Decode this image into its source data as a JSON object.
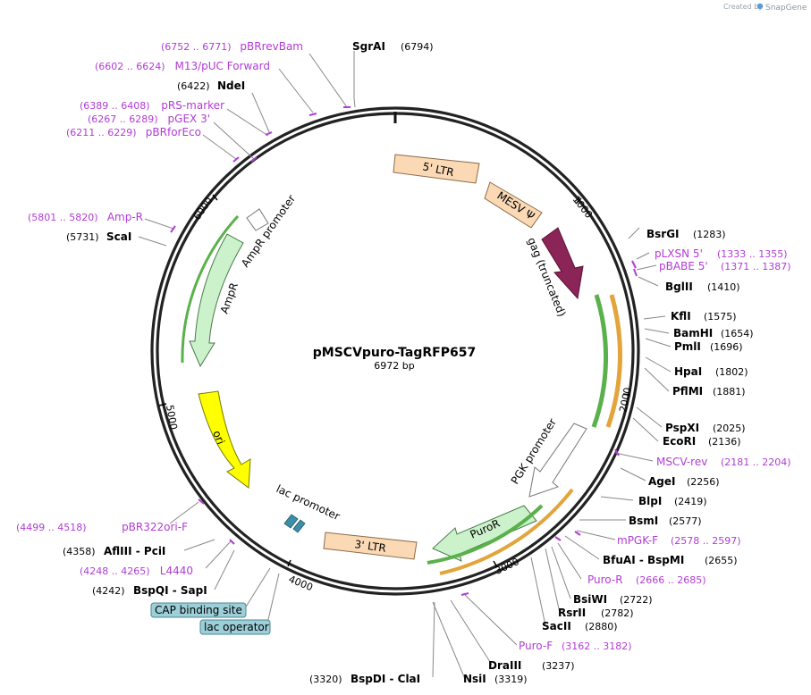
{
  "header": {
    "credit_prefix": "Created by",
    "credit_brand": "SnapGene"
  },
  "plasmid": {
    "name": "pMSCVpuro-TagRFP657",
    "length_label": "6972 bp",
    "length": 6972
  },
  "ticks": [
    "1000",
    "2000",
    "3000",
    "4000",
    "5000",
    "6000"
  ],
  "colors": {
    "backbone": "#222222",
    "primer": "#b23bd6",
    "ltr": "#fbd9b5",
    "gag": "#8b2457",
    "ori": "#ffff00",
    "ampr": "#ccf2cc",
    "puror": "#ccf2cc",
    "promoter": "#ffffff",
    "orange_strand": "#e3a43b",
    "green_strand": "#5ab14b",
    "lac_operator_fill": "#3c8ea8",
    "callout_box": "#9ccfd8"
  },
  "enzymes": [
    {
      "name": "SgrAI",
      "pos": "(6794)"
    },
    {
      "name": "NdeI",
      "pos": "(6422)"
    },
    {
      "name": "ScaI",
      "pos": "(5731)"
    },
    {
      "name": "BsrGI",
      "pos": "(1283)"
    },
    {
      "name": "BglII",
      "pos": "(1410)"
    },
    {
      "name": "KflI",
      "pos": "(1575)"
    },
    {
      "name": "BamHI",
      "pos": "(1654)"
    },
    {
      "name": "PmlI",
      "pos": "(1696)"
    },
    {
      "name": "HpaI",
      "pos": "(1802)"
    },
    {
      "name": "PflMI",
      "pos": "(1881)"
    },
    {
      "name": "PspXI",
      "pos": "(2025)"
    },
    {
      "name": "EcoRI",
      "pos": "(2136)"
    },
    {
      "name": "AgeI",
      "pos": "(2256)"
    },
    {
      "name": "BlpI",
      "pos": "(2419)"
    },
    {
      "name": "BsmI",
      "pos": "(2577)"
    },
    {
      "name": "BfuAI  -  BspMI",
      "pos": "(2655)"
    },
    {
      "name": "BsiWI",
      "pos": "(2722)"
    },
    {
      "name": "RsrII",
      "pos": "(2782)"
    },
    {
      "name": "SacII",
      "pos": "(2880)"
    },
    {
      "name": "DraIII",
      "pos": "(3237)"
    },
    {
      "name": "NsiI",
      "pos": "(3319)"
    },
    {
      "name": "BspDI  -  ClaI",
      "pos": "(3320)"
    },
    {
      "name": "BspQI  -  SapI",
      "pos": "(4242)"
    },
    {
      "name": "AflIII  -  PciI",
      "pos": "(4358)"
    }
  ],
  "primers": [
    {
      "name": "pBRrevBam",
      "range": "(6752 .. 6771)"
    },
    {
      "name": "M13/pUC Forward",
      "range": "(6602 .. 6624)"
    },
    {
      "name": "pRS-marker",
      "range": "(6389 .. 6408)"
    },
    {
      "name": "pGEX 3'",
      "range": "(6267 .. 6289)"
    },
    {
      "name": "pBRforEco",
      "range": "(6211 .. 6229)"
    },
    {
      "name": "Amp-R",
      "range": "(5801 .. 5820)"
    },
    {
      "name": "pLXSN 5'",
      "range": "(1333 .. 1355)"
    },
    {
      "name": "pBABE 5'",
      "range": "(1371 .. 1387)"
    },
    {
      "name": "MSCV-rev",
      "range": "(2181 .. 2204)"
    },
    {
      "name": "mPGK-F",
      "range": "(2578 .. 2597)"
    },
    {
      "name": "Puro-R",
      "range": "(2666 .. 2685)"
    },
    {
      "name": "Puro-F",
      "range": "(3162 .. 3182)"
    },
    {
      "name": "pBR322ori-F",
      "range": "(4499 .. 4518)"
    },
    {
      "name": "L4440",
      "range": "(4248 .. 4265)"
    }
  ],
  "features": {
    "ltr5": "5' LTR",
    "mesv": "MESV Ψ",
    "gag": "gag (truncated)",
    "pgk": "PGK promoter",
    "puror": "PuroR",
    "ltr3": "3' LTR",
    "lac_promoter": "lac promoter",
    "ori": "ori",
    "ampr": "AmpR",
    "ampr_promoter": "AmpR promoter"
  },
  "callouts": {
    "cap": "CAP binding site",
    "lac_operator": "lac operator"
  }
}
